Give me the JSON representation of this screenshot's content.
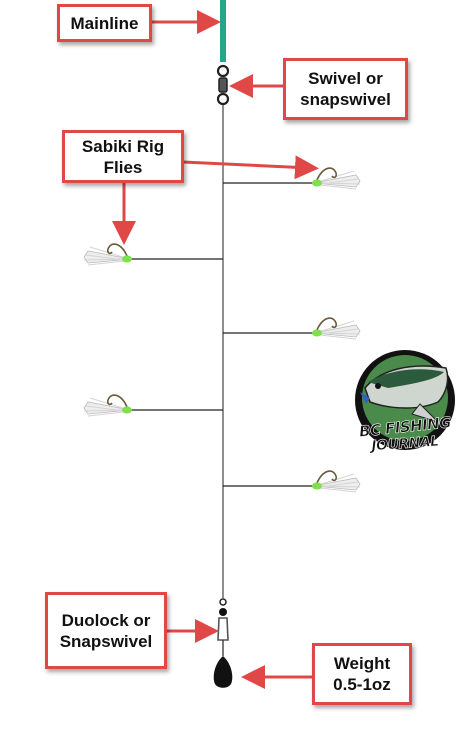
{
  "labels": {
    "mainline": "Mainline",
    "swivel": [
      "Swivel or",
      "snapswivel"
    ],
    "sabiki": [
      "Sabiki Rig",
      "Flies"
    ],
    "duolock": [
      "Duolock or",
      "Snapswivel"
    ],
    "weight": [
      "Weight",
      "0.5-1oz"
    ]
  },
  "logo": {
    "line1": "BC FISHING",
    "line2": "JOURNAL"
  },
  "colors": {
    "mainline": "#25a58a",
    "arrow": "#e04848",
    "bead": "#7ee04a",
    "weight": "#111111"
  },
  "icons": [
    "swivel-icon",
    "fly-icon",
    "snap-swivel-icon",
    "sinker-icon",
    "fish-logo-icon"
  ]
}
